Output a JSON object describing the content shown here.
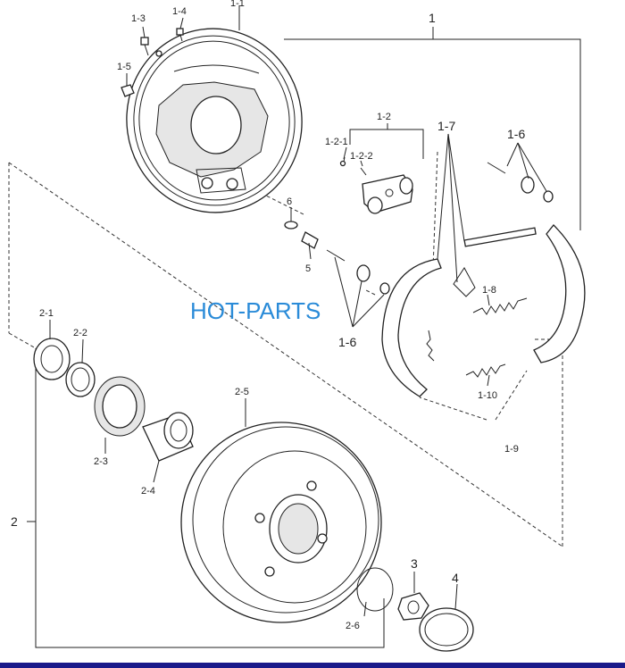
{
  "watermark": "HOT-PARTS",
  "labels": {
    "p1": "1",
    "p1_1": "1-1",
    "p1_2": "1-2",
    "p1_2_1": "1-2-1",
    "p1_2_2": "1-2-2",
    "p1_3": "1-3",
    "p1_4": "1-4",
    "p1_5": "1-5",
    "p1_6_top": "1-6",
    "p1_6_bottom": "1-6",
    "p1_7": "1-7",
    "p1_8": "1-8",
    "p1_9": "1-9",
    "p1_10": "1-10",
    "p2": "2",
    "p2_1": "2-1",
    "p2_2": "2-2",
    "p2_3": "2-3",
    "p2_4": "2-4",
    "p2_5": "2-5",
    "p2_6": "2-6",
    "p3": "3",
    "p4": "4",
    "p5": "5",
    "p6": "6"
  },
  "colors": {
    "watermark": "#2a8bd8",
    "line": "#222222",
    "bottom_bar": "#1a1a8a"
  }
}
